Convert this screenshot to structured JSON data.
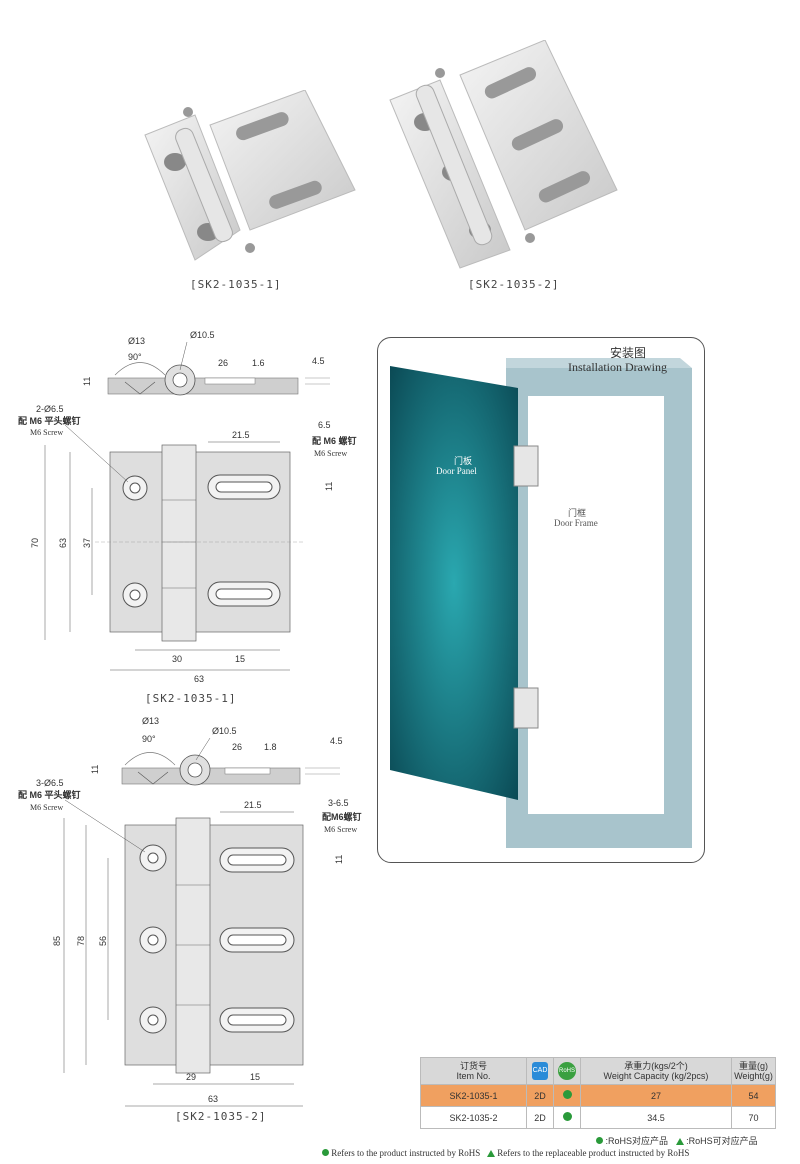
{
  "products": {
    "p1_caption": "[SK2-1035-1]",
    "p2_caption": "[SK2-1035-2]"
  },
  "drawing1": {
    "d13": "Ø13",
    "d10_5": "Ø10.5",
    "angle": "90°",
    "w26": "26",
    "w1_6": "1.6",
    "h11": "11",
    "h4_5": "4.5",
    "hole_note_num": "2-Ø6.5",
    "hole_note_cn": "配 M6 平头螺钉",
    "hole_note_en": "M6 Screw",
    "slot_note_num": "6.5",
    "slot_note_cn": "配 M6 螺钉",
    "slot_note_en": "M6 Screw",
    "w21_5": "21.5",
    "h11b": "11",
    "h70": "70",
    "h63": "63",
    "h37": "37",
    "w30": "30",
    "w15": "15",
    "w63": "63",
    "caption": "[SK2-1035-1]"
  },
  "drawing2": {
    "d13": "Ø13",
    "d10_5": "Ø10.5",
    "angle": "90°",
    "w26": "26",
    "w1_8": "1.8",
    "h11": "11",
    "h4_5": "4.5",
    "hole_note_num": "3-Ø6.5",
    "hole_note_cn": "配 M6 平头螺钉",
    "hole_note_en": "M6 Screw",
    "slot_note_num": "3-6.5",
    "slot_note_cn": "配M6螺钉",
    "slot_note_en": "M6 Screw",
    "w21_5": "21.5",
    "h11b": "11",
    "h85": "85",
    "h78": "78",
    "h56": "56",
    "w29": "29",
    "w15": "15",
    "w63": "63",
    "caption": "[SK2-1035-2]"
  },
  "install": {
    "title_cn": "安装图",
    "title_en": "Installation Drawing",
    "door_cn": "门板",
    "door_en": "Door Panel",
    "frame_cn": "门框",
    "frame_en": "Door Frame"
  },
  "table": {
    "h_item_cn": "订货号",
    "h_item_en": "Item No.",
    "h_cad": "CAD",
    "h_rohs": "RoHS",
    "h_weight_cap_cn": "承重力(kgs/2个)",
    "h_weight_cap_en": "Weight Capacity (kg/2pcs)",
    "h_weight_cn": "重量(g)",
    "h_weight_en": "Weight(g)",
    "rows": [
      {
        "item": "SK2-1035-1",
        "cad": "2D",
        "capacity": "27",
        "weight": "54"
      },
      {
        "item": "SK2-1035-2",
        "cad": "2D",
        "capacity": "34.5",
        "weight": "70"
      }
    ]
  },
  "legend": {
    "rohs_cn": ":RoHS对应产品",
    "rohs_replace_cn": ":RoHS可对应产品",
    "rohs_en": "Refers to the product instructed by RoHS",
    "rohs_replace_en": "Refers to the replaceable product instructed by RoHS"
  },
  "colors": {
    "highlight_row": "#f0a060",
    "rohs_green": "#2a9a3a",
    "door_teal": "#1a7a80",
    "frame_blue": "#a8c4cc"
  }
}
